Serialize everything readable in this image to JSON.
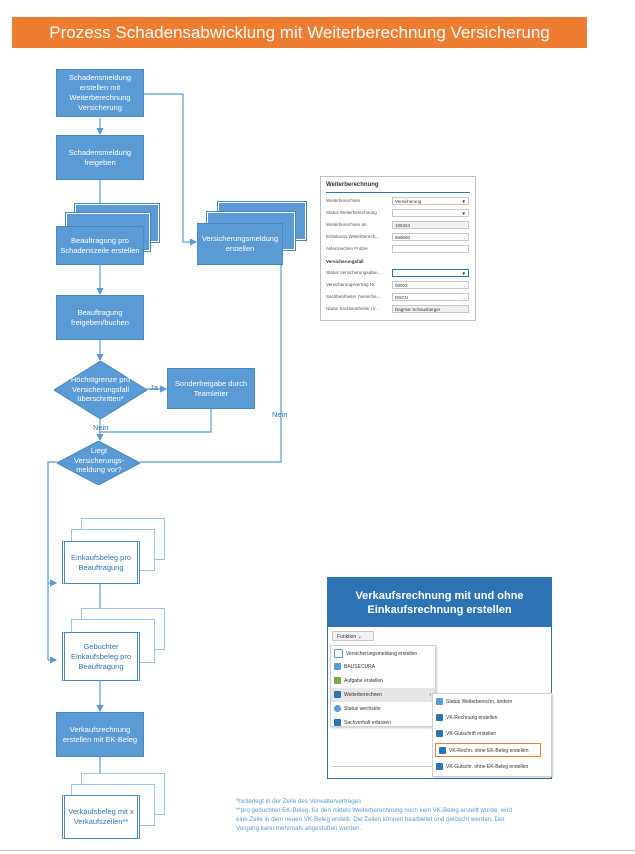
{
  "title": "Prozess Schadensabwicklung mit Weiterberechnung Versicherung",
  "flow": {
    "schadensmeldung_erstellen": "Schadensmeldung erstellen mit Weiterberechnung Versicherung",
    "schadensmeldung_freigeben": "Schadensmeldung freigeben",
    "beauftragung_erstellen": "Beauftragung pro Schadenszeile erstellen",
    "beauftragung_freigeben": "Beauftragung freigeben/buchen",
    "hoechstgrenze": "Höchstgrenze pro Versicherungsfall überschritten*",
    "sonderfreigabe": "Sonderfreigabe durch Teamleiter",
    "versicherungsmeldung_erstellen": "Versicherungsmeldung erstellen",
    "liegt_versicherungsmeldung": "Liegt Versicherungs-meldung vor?",
    "einkaufsbeleg": "Einkaufsbeleg pro Beauftragung",
    "gebuchter_einkaufsbeleg": "Gebuchter Einkaufsbeleg pro Beauftragung",
    "verkaufsrechnung": "Verkaufsrechnung erstellen mit EK-Beleg",
    "verkaufsbeleg": "Verkaufsbeleg mit x Verkaufszeilen**",
    "label_ja": "Ja",
    "label_nein1": "Nein",
    "label_nein2": "Nein"
  },
  "form": {
    "title": "Weiterberechnung",
    "rows": [
      {
        "label": "Weiterberechnen",
        "value": "Versicherung"
      },
      {
        "label": "Status Weiterberechnung",
        "value": ""
      },
      {
        "label": "Weiterberechnen an",
        "value": "100424"
      },
      {
        "label": "Erlöskonto Weiterberech...",
        "value": "669600"
      },
      {
        "label": "Aktenzeichen Polizei",
        "value": ""
      }
    ],
    "section": "Versicherungsfall",
    "rows2": [
      {
        "label": "Status Versicherungsabw...",
        "value": ""
      },
      {
        "label": "Versicherungsvertrag Nr.",
        "value": "00003"
      },
      {
        "label": "Sachbearbeiter (Versiche...",
        "value": "DSCN"
      },
      {
        "label": "Name Sachbearbeiter (V...",
        "value": "Dagmar Schausberger"
      }
    ]
  },
  "panel": {
    "title": "Verkaufsrechnung mit und ohne Einkaufsrechnung erstellen",
    "funktion": "Funktion",
    "menu1": [
      "Versicherungsmeldung erstellen",
      "BAUSECURA",
      "Aufgabe erstellen",
      "Weiterberechnen",
      "Status wechseln",
      "Sachverhalt erfassen"
    ],
    "menu2": [
      "Status Weiterberechn. ändern",
      "VK-Rechnung erstellen",
      "VK-Gutschrift erstellen",
      "VK-Rechn. ohne EK-Beleg erstellen",
      "VK-Gutschr. ohne EK-Beleg erstellen"
    ]
  },
  "footnotes": {
    "note1": "*hinterlegt in der Zeile des Verwaltervertrages",
    "note2a": "**pro gebuchten EK-Beleg, für den mittels Weiterberechnung noch kein VK-Beleg erstellt wurde, wird",
    "note2b": "eine Zeile in dem neuen VK-Beleg erstellt. Die Zeilen können bearbeitet und gelöscht werden. Der",
    "note2c": "Vorgang kann mehrmals angestoßen werden."
  },
  "colors": {
    "banner": "#ee7d31",
    "process": "#5b9bd5",
    "panel_header": "#2e74b5",
    "highlight": "#ee7d31"
  }
}
